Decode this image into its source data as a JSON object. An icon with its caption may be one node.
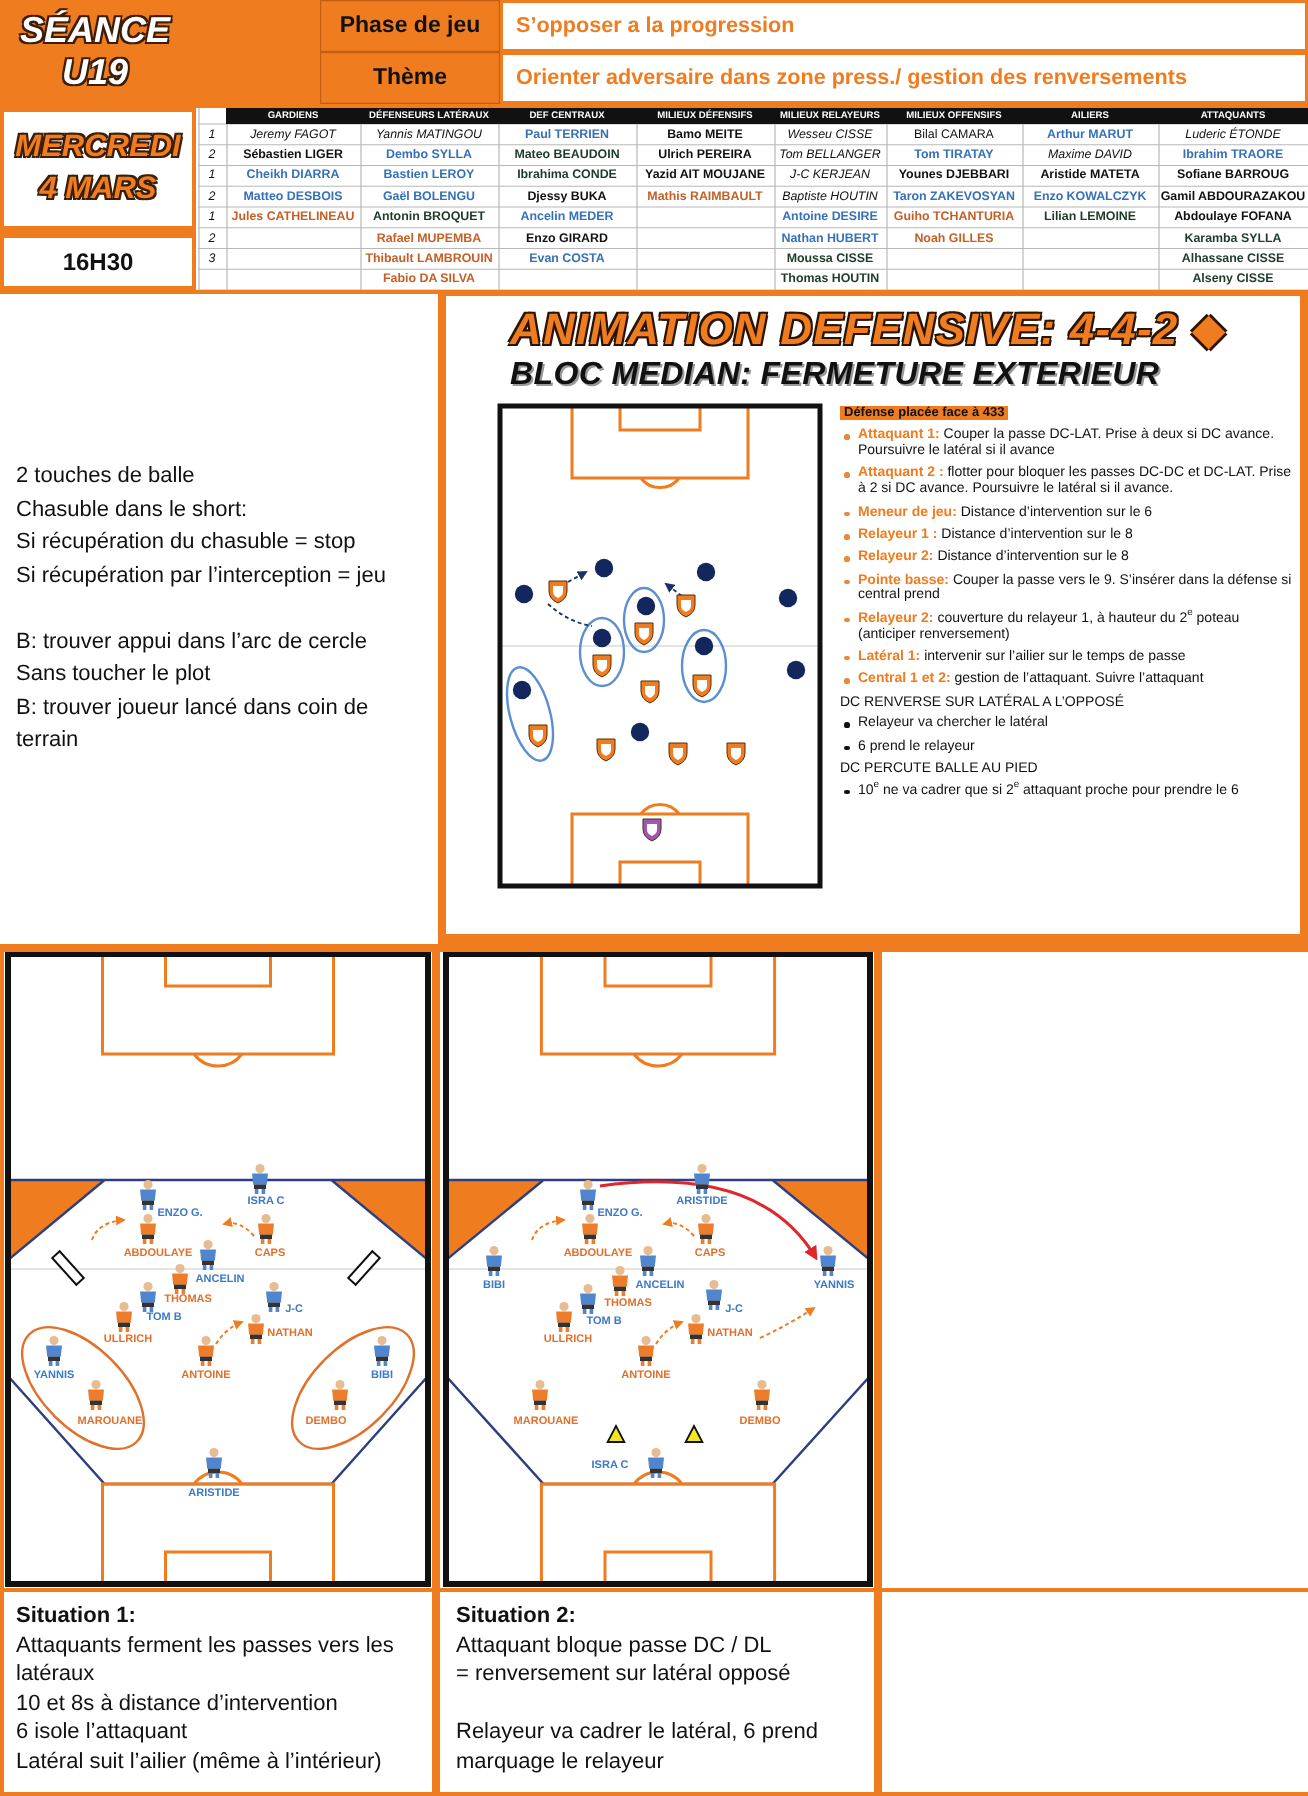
{
  "diagram": {
    "nodes": [
      {
        "text": [
          "SÉANCE U19"
        ]
      },
      {
        "text": [
          "Phase de jeu"
        ]
      },
      {
        "text": [
          "S’opposer a la progression"
        ]
      },
      {
        "text": [
          "Thème"
        ]
      },
      {
        "text": [
          "Orienter adversaire dans zone press./ gestion des renversements"
        ]
      },
      {
        "text": [
          "MERCREDI 4 MARS"
        ]
      },
      {
        "text": [
          "16H30"
        ]
      },
      {
        "text": [
          "2 touches de balle",
          "Chasuble dans le short:",
          "Si récupération du chasuble = stop",
          "Si récupération par l’interception = jeu",
          "B: trouver appui dans l’arc de cercle",
          "Sans toucher le plot",
          "B: trouver joueur lancé dans coin de terrain"
        ]
      },
      {
        "text": [
          "ANIMATION DEFENSIVE: 4-4-2 ◆",
          "BLOC MEDIAN: FERMETURE EXTERIEUR",
          "Défense placée face à 433",
          "**Attaquant 1:** Couper la passe DC-LAT. Prise à deux si DC avance. Poursuivre le latéral si il avance",
          "**Attaquant 2 :** flotter pour bloquer les passes DC-DC et DC-LAT. Prise à 2 si DC avance. Poursuivre le latéral si il avance.",
          "**Meneur de jeu:** Distance d’intervention sur le 6",
          "**Relayeur 1 :** Distance d’intervention sur le 8",
          "**Relayeur 2:** Distance d’intervention sur le 8",
          "**Pointe basse:** Couper la passe vers le 9. S’insérer dans la défense si central prend",
          "**Relayeur 2:** couverture du relayeur 1, à hauteur du 2$^{e}$ poteau (anticiper renversement)",
          "**Latéral 1:** intervenir sur l’ailier sur le temps de passe",
          "**Central 1 et 2:** gestion de l’attaquant. Suivre l’attaquant",
          "DC RENVERSE SUR LATÉRAL A L’OPPOSÉ",
          "Relayeur va chercher le latéral",
          "6 prend le relayeur",
          "DC PERCUTE BALLE AU PIED",
          "10$^{e}$ ne va cadrer que si 2$^{e}$ attaquant proche pour prendre le 6"
        ]
      },
      {
        "text": [
          "Situation 1:",
          "Attaquants ferment les passes vers les latéraux",
          "10 et 8s à distance d’intervention",
          "6 isole l’attaquant",
          "Latéral suit l’ailier (même à l’intérieur)"
        ]
      },
      {
        "text": [
          "Situation 2:",
          "Attaquant bloque passe DC / DL",
          "= renversement sur latéral opposé",
          "Relayeur va cadrer le latéral, 6 prend marquage le relayeur"
        ]
      }
    ],
    "labels": [
      "GARDIENS",
      "DÉFENSEURS LATÉRAUX",
      "DEF CENTRAUX",
      "MILIEUX DÉFENSIFS",
      "MILIEUX RELAYEURS",
      "MILIEUX OFFENSIFS",
      "AILIERS",
      "ATTAQUANTS",
      "1",
      "Jeremy FAGOT",
      "Yannis MATINGOU",
      "Paul TERRIEN",
      "Bamo MEITE",
      "Wesseu CISSE",
      "Bilal CAMARA",
      "Arthur MARUT",
      "Luderic ÉTONDE",
      "2",
      "Sébastien LIGER",
      "Dembo SYLLA",
      "Mateo BEAUDOIN",
      "Ulrich PEREIRA",
      "Tom BELLANGER",
      "Tom TIRATAY",
      "Maxime DAVID",
      "Ibrahim TRAORE",
      "1",
      "Cheikh DIARRA",
      "Bastien LEROY",
      "Ibrahima CONDE",
      "Yazid AIT MOUJANE",
      "J-C KERJEAN",
      "Younes DJEBBARI",
      "Aristide MATETA",
      "Sofiane BARROUG",
      "2",
      "Matteo DESBOIS",
      "Gaël BOLENGU",
      "Djessy BUKA",
      "Mathis RAIMBAULT",
      "Baptiste HOUTIN",
      "Taron ZAKEVOSYAN",
      "Enzo KOWALCZYK",
      "Gamil ABDOURAZAKOU",
      "1",
      "Jules CATHELINEAU",
      "Antonin BROQUET",
      "Ancelin MEDER",
      "Antoine DESIRE",
      "Guiho TCHANTURIA",
      "Lilian LEMOINE",
      "Abdoulaye FOFANA",
      "2",
      "Rafael MUPEMBA",
      "Enzo GIRARD",
      "Nathan HUBERT",
      "Noah GILLES",
      "Karamba SYLLA",
      "3",
      "Thibault LAMBROUIN",
      "Evan COSTA",
      "Moussa CISSE",
      "Alhassane CISSE",
      "Fabio DA SILVA",
      "Thomas HOUTIN",
      "Alseny CISSE",
      "ENZO G.",
      "ISRA C",
      "ABDOULAYE",
      "CAPS",
      "ANCELIN",
      "THOMAS",
      "TOM B",
      "J-C",
      "ULLRICH",
      "NATHAN",
      "YANNIS",
      "ANTOINE",
      "BIBI",
      "MAROUANE",
      "DEMBO",
      "ARISTIDE",
      "ENZO G.",
      "ARISTIDE",
      "ABDOULAYE",
      "CAPS",
      "BIBI",
      "ANCELIN",
      "YANNIS",
      "THOMAS",
      "TOM B",
      "J-C",
      "ULLRICH",
      "NATHAN",
      "ANTOINE",
      "MAROUANE",
      "DEMBO",
      "ISRA C"
    ]
  }
}
